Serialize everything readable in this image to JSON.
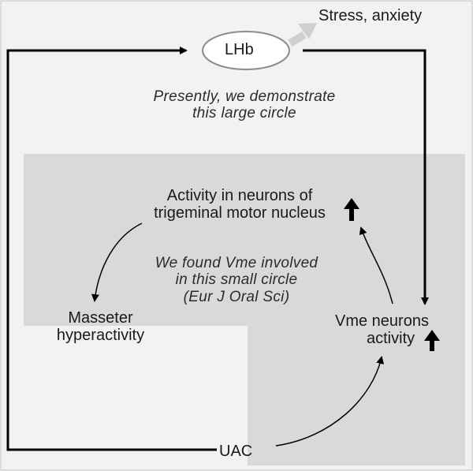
{
  "nodes": {
    "lhb": "LHb",
    "stress": "Stress, anxiety",
    "trigeminal_line1": "Activity in neurons of",
    "trigeminal_line2": "trigeminal motor nucleus",
    "masseter_line1": "Masseter",
    "masseter_line2": "hyperactivity",
    "vme_line1": "Vme neurons",
    "vme_line2": "activity",
    "uac": "UAC"
  },
  "notes": {
    "large_line1": "Presently, we demonstrate",
    "large_line2": "this large circle",
    "small_line1": "We found Vme involved",
    "small_line2": "in this small circle",
    "small_line3": "(Eur J Oral Sci)"
  },
  "colors": {
    "outer_frame": "#f2f2f2",
    "inner_panel": "#d9d9d9",
    "line": "#000000",
    "faint_arrow": "#cfcfcf"
  }
}
